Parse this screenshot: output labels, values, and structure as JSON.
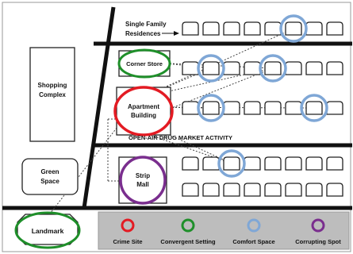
{
  "labels": {
    "single_family": [
      "Single Family",
      "Residences"
    ],
    "shopping": [
      "Shopping",
      "Complex"
    ],
    "corner_store": "Corner Store",
    "apartment": [
      "Apartment",
      "Building"
    ],
    "drug_market": "OPEN-AIR DRUG MARKET ACTIVITY",
    "green_space": [
      "Green",
      "Space"
    ],
    "strip_mall": [
      "Strip",
      "Mall"
    ],
    "landmark": "Landmark"
  },
  "legend": [
    {
      "label": "Crime Site",
      "color": "#e31b23"
    },
    {
      "label": "Convergent Setting",
      "color": "#1f8f2a"
    },
    {
      "label": "Comfort Space",
      "color": "#7fa7d6"
    },
    {
      "label": "Corrupting Spot",
      "color": "#7a2e8e"
    }
  ],
  "colors": {
    "crime_site": "#e31b23",
    "convergent_setting": "#1f8f2a",
    "comfort_space": "#7fa7d6",
    "corrupting_spot": "#7a2e8e",
    "road": "#111111",
    "legend_bg": "#bdbdbd"
  }
}
